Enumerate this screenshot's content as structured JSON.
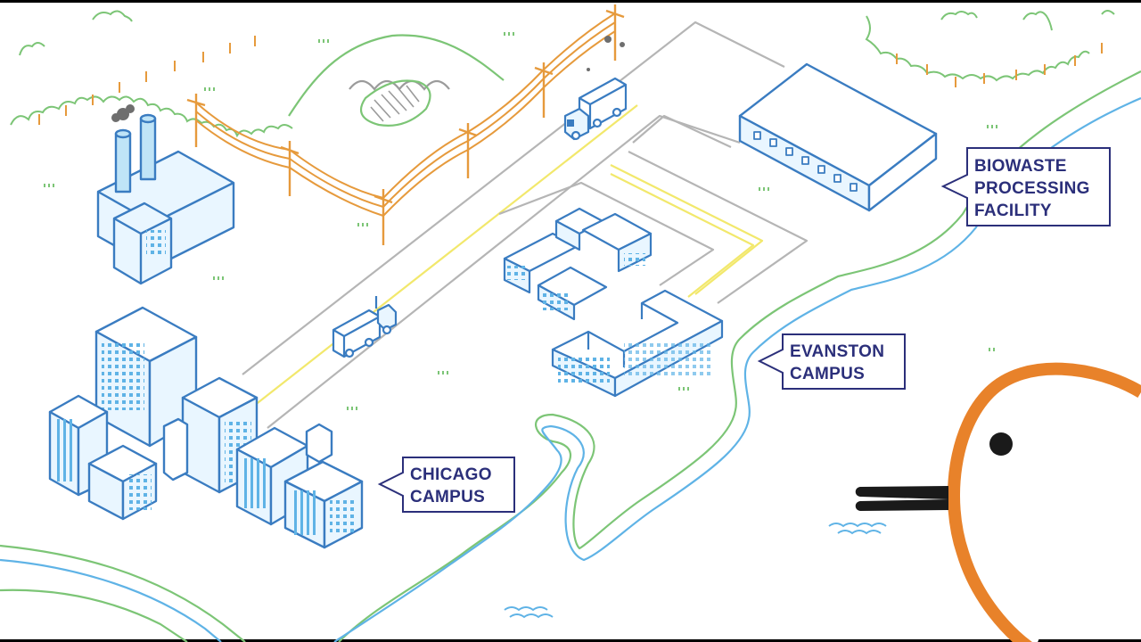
{
  "labels": {
    "biowaste": [
      "BIOWASTE",
      "PROCESSING",
      "FACILITY"
    ],
    "evanston": [
      "EVANSTON",
      "CAMPUS"
    ],
    "chicago": [
      "CHICAGO",
      "CAMPUS"
    ]
  },
  "colors": {
    "building": "#3a7cc1",
    "building_fill": "#e9f6ff",
    "window": "#5fb3e6",
    "road": "#b5b5b5",
    "road_marking": "#f2e86c",
    "shore_green": "#7cc576",
    "shore_blue": "#5fb3e6",
    "tree": "#7cc576",
    "trunk": "#e69a3c",
    "power_pole": "#e69a3c",
    "label_border": "#2b2f7a",
    "label_text": "#2b2f7a",
    "bird": "#e8822a",
    "smoke": "#6e6e6e"
  },
  "icons": [
    "factory-icon",
    "truck-icon",
    "power-pole-icon",
    "tree-icon",
    "bird-icon",
    "water-ripple-icon"
  ]
}
